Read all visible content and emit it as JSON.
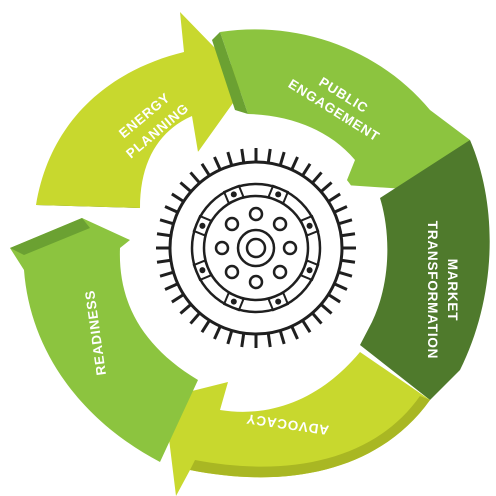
{
  "cycle": {
    "segments": [
      {
        "id": "energy-planning",
        "lines": [
          "ENERGY",
          "PLANNING"
        ],
        "color": "#c8d82e",
        "shade": "#3c5a23"
      },
      {
        "id": "public-engagement",
        "lines": [
          "PUBLIC",
          "ENGAGEMENT"
        ],
        "color": "#8cc43f",
        "shade": "#6ba132"
      },
      {
        "id": "market-transformation",
        "lines": [
          "MARKET",
          "TRANSFORMATION"
        ],
        "color": "#4f7a2c",
        "shade": "#3e6324"
      },
      {
        "id": "advocacy",
        "lines": [
          "ADVOCACY"
        ],
        "color": "#c8d82e",
        "shade": "#a9b723"
      },
      {
        "id": "readiness",
        "lines": [
          "READINESS"
        ],
        "color": "#8cc43f",
        "shade": "#6ba132"
      }
    ],
    "center_icon": "gear-icon"
  }
}
